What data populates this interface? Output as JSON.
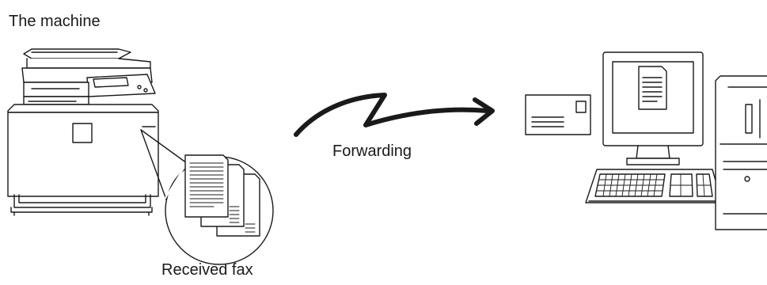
{
  "labels": {
    "machine": "The machine",
    "forwarding": "Forwarding",
    "received_fax": "Received fax"
  },
  "icons": [
    "mfp-printer-icon",
    "fax-documents-icon",
    "forward-arrow-icon",
    "envelope-icon",
    "desktop-computer-icon"
  ],
  "colors": {
    "line": "#1a1a1a",
    "fill": "#ffffff"
  }
}
